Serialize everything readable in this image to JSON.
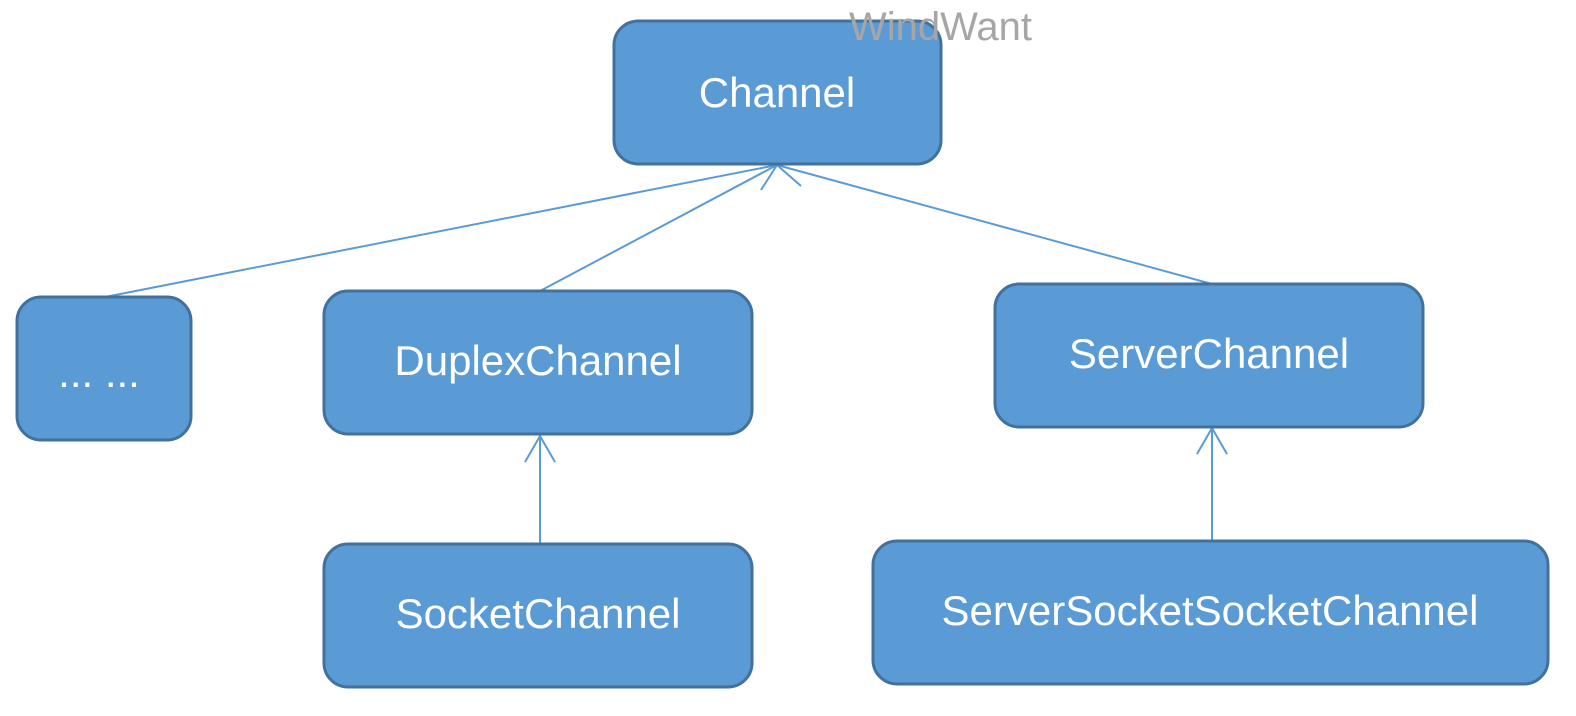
{
  "diagram": {
    "watermark": "WindWant",
    "nodes": {
      "channel": "Channel",
      "others": "... ...",
      "duplex_channel": "DuplexChannel",
      "server_channel": "ServerChannel",
      "socket_channel": "SocketChannel",
      "server_socket_socket_channel": "ServerSocketSocketChannel"
    },
    "colors": {
      "box_fill": "#5b9bd5",
      "box_border": "#41719c",
      "arrow": "#5b9bd5",
      "label": "#ffffff",
      "watermark": "#a6a6a6"
    },
    "edges": [
      {
        "from": "others",
        "to": "channel"
      },
      {
        "from": "duplex_channel",
        "to": "channel"
      },
      {
        "from": "server_channel",
        "to": "channel"
      },
      {
        "from": "socket_channel",
        "to": "duplex_channel"
      },
      {
        "from": "server_socket_socket_channel",
        "to": "server_channel"
      }
    ]
  }
}
